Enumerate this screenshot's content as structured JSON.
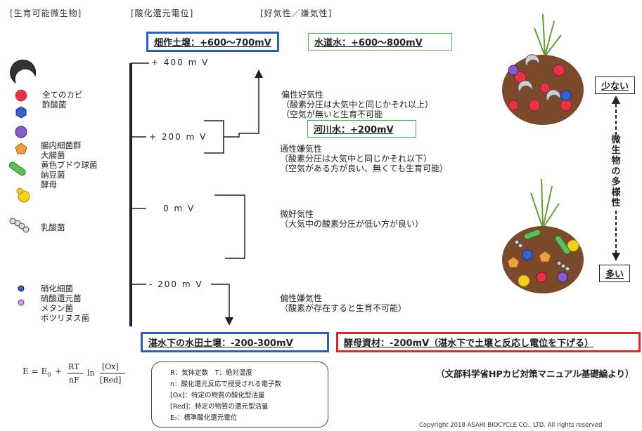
{
  "headers": {
    "organisms": "[生育可能微生物]",
    "potential": "[酸化還元電位]",
    "oxygen": "[好気性／嫌気性]"
  },
  "boxes": {
    "field_soil": "畑作土壌：+600〜700mV",
    "tap_water": "水道水：+600〜800mV",
    "river_water": "河川水：+200mV",
    "paddy_soil": "湛水下の水田土壌：-200-300mV",
    "yeast": "酵母資材：-200mV（湛水下で土壌と反応し電位を下げる）"
  },
  "levels": {
    "p400": "+ 400 m V",
    "p200": "+ 200 m V",
    "zero": "0 m V",
    "m200": "- 200 m V"
  },
  "organisms": {
    "group1": [
      "全てのカビ",
      "酢酸菌"
    ],
    "group2": [
      "腸内細菌群",
      "大腸菌",
      "黄色ブドウ球菌",
      "納豆菌",
      "酵母"
    ],
    "group3": [
      "乳酸菌"
    ],
    "group4": [
      "硝化細菌",
      "硫酸還元菌",
      "メタン菌",
      "ボツリヌス菌"
    ]
  },
  "descriptions": {
    "obligate_aerobe": [
      "偏性好気性",
      "（酸素分圧は大気中と同じかそれ以上）",
      "（空気が無いと生育不可能"
    ],
    "facultative_anaerobe": [
      "通性嫌気性",
      "（酸素分圧は大気中と同じかそれ以下）",
      "（空気がある方が良い、無くても生育可能）"
    ],
    "microaerophile": [
      "微好気性",
      "（大気中の酸素分圧が低い方が良い）"
    ],
    "obligate_anaerobe": [
      "偏性嫌気性",
      "（酸素が存在すると生育不可能）"
    ]
  },
  "diversity": {
    "low": "少ない",
    "high": "多い",
    "label": "微生物の多様性"
  },
  "formula": {
    "lhs": "E = E",
    "lhs_sub": "0",
    "plus": "+",
    "rt": "RT",
    "nf": "nF",
    "ln": "ln",
    "ox": "[Ox]",
    "red": "[Red]"
  },
  "legend": [
    "R：気体定数　T：絶対温度",
    "n：酸化還元反応で授受される電子数",
    "[Ox]：特定の物質の酸化型活量",
    "[Red]：特定の物質の還元型活量",
    "E₀：標準酸化還元電位"
  ],
  "source": "（文部科学省HPカビ対策マニュアル基礎編より）",
  "copyright": "Copyright 2018 ASAHI BIOCYCLE CO., LTD. All rights reserved",
  "colors": {
    "blue_box": "#2b5fb0",
    "green_box": "#5aa85a",
    "red_box": "#d7282f",
    "soil": "#7a4a2a",
    "mold_red": "#e8324a",
    "blue_hex": "#3a5fcf",
    "purple": "#8a5cc8",
    "orange": "#f0a040",
    "green": "#5cc05c",
    "yellow": "#f2d21e"
  }
}
